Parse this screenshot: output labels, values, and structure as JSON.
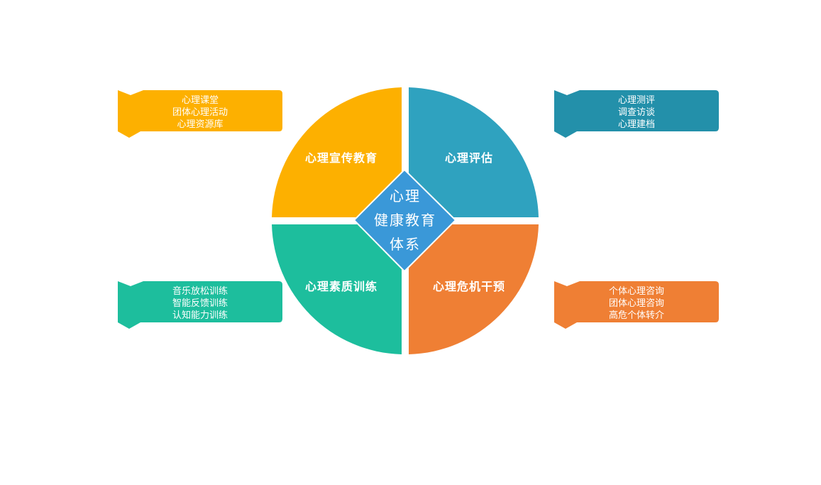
{
  "diagram": {
    "center": {
      "lines": [
        "心理",
        "健康教育",
        "体系"
      ],
      "color": "#3a98d8"
    },
    "quadrants": [
      {
        "id": "top-left",
        "label": "心理宣传教育",
        "color": "#fdb000",
        "callout": {
          "items": [
            "心理课堂",
            "团体心理活动",
            "心理资源库"
          ],
          "color": "#fdb000"
        }
      },
      {
        "id": "top-right",
        "label": "心理评估",
        "color": "#2fa2bf",
        "callout": {
          "items": [
            "心理测评",
            "调查访谈",
            "心理建档"
          ],
          "color": "#2390aa"
        }
      },
      {
        "id": "bottom-left",
        "label": "心理素质训练",
        "color": "#1dbe9d",
        "callout": {
          "items": [
            "音乐放松训练",
            "智能反馈训练",
            "认知能力训练"
          ],
          "color": "#1dbe9d"
        }
      },
      {
        "id": "bottom-right",
        "label": "心理危机干预",
        "color": "#ef7f34",
        "callout": {
          "items": [
            "个体心理咨询",
            "团体心理咨询",
            "高危个体转介"
          ],
          "color": "#ef7f34"
        }
      }
    ]
  }
}
